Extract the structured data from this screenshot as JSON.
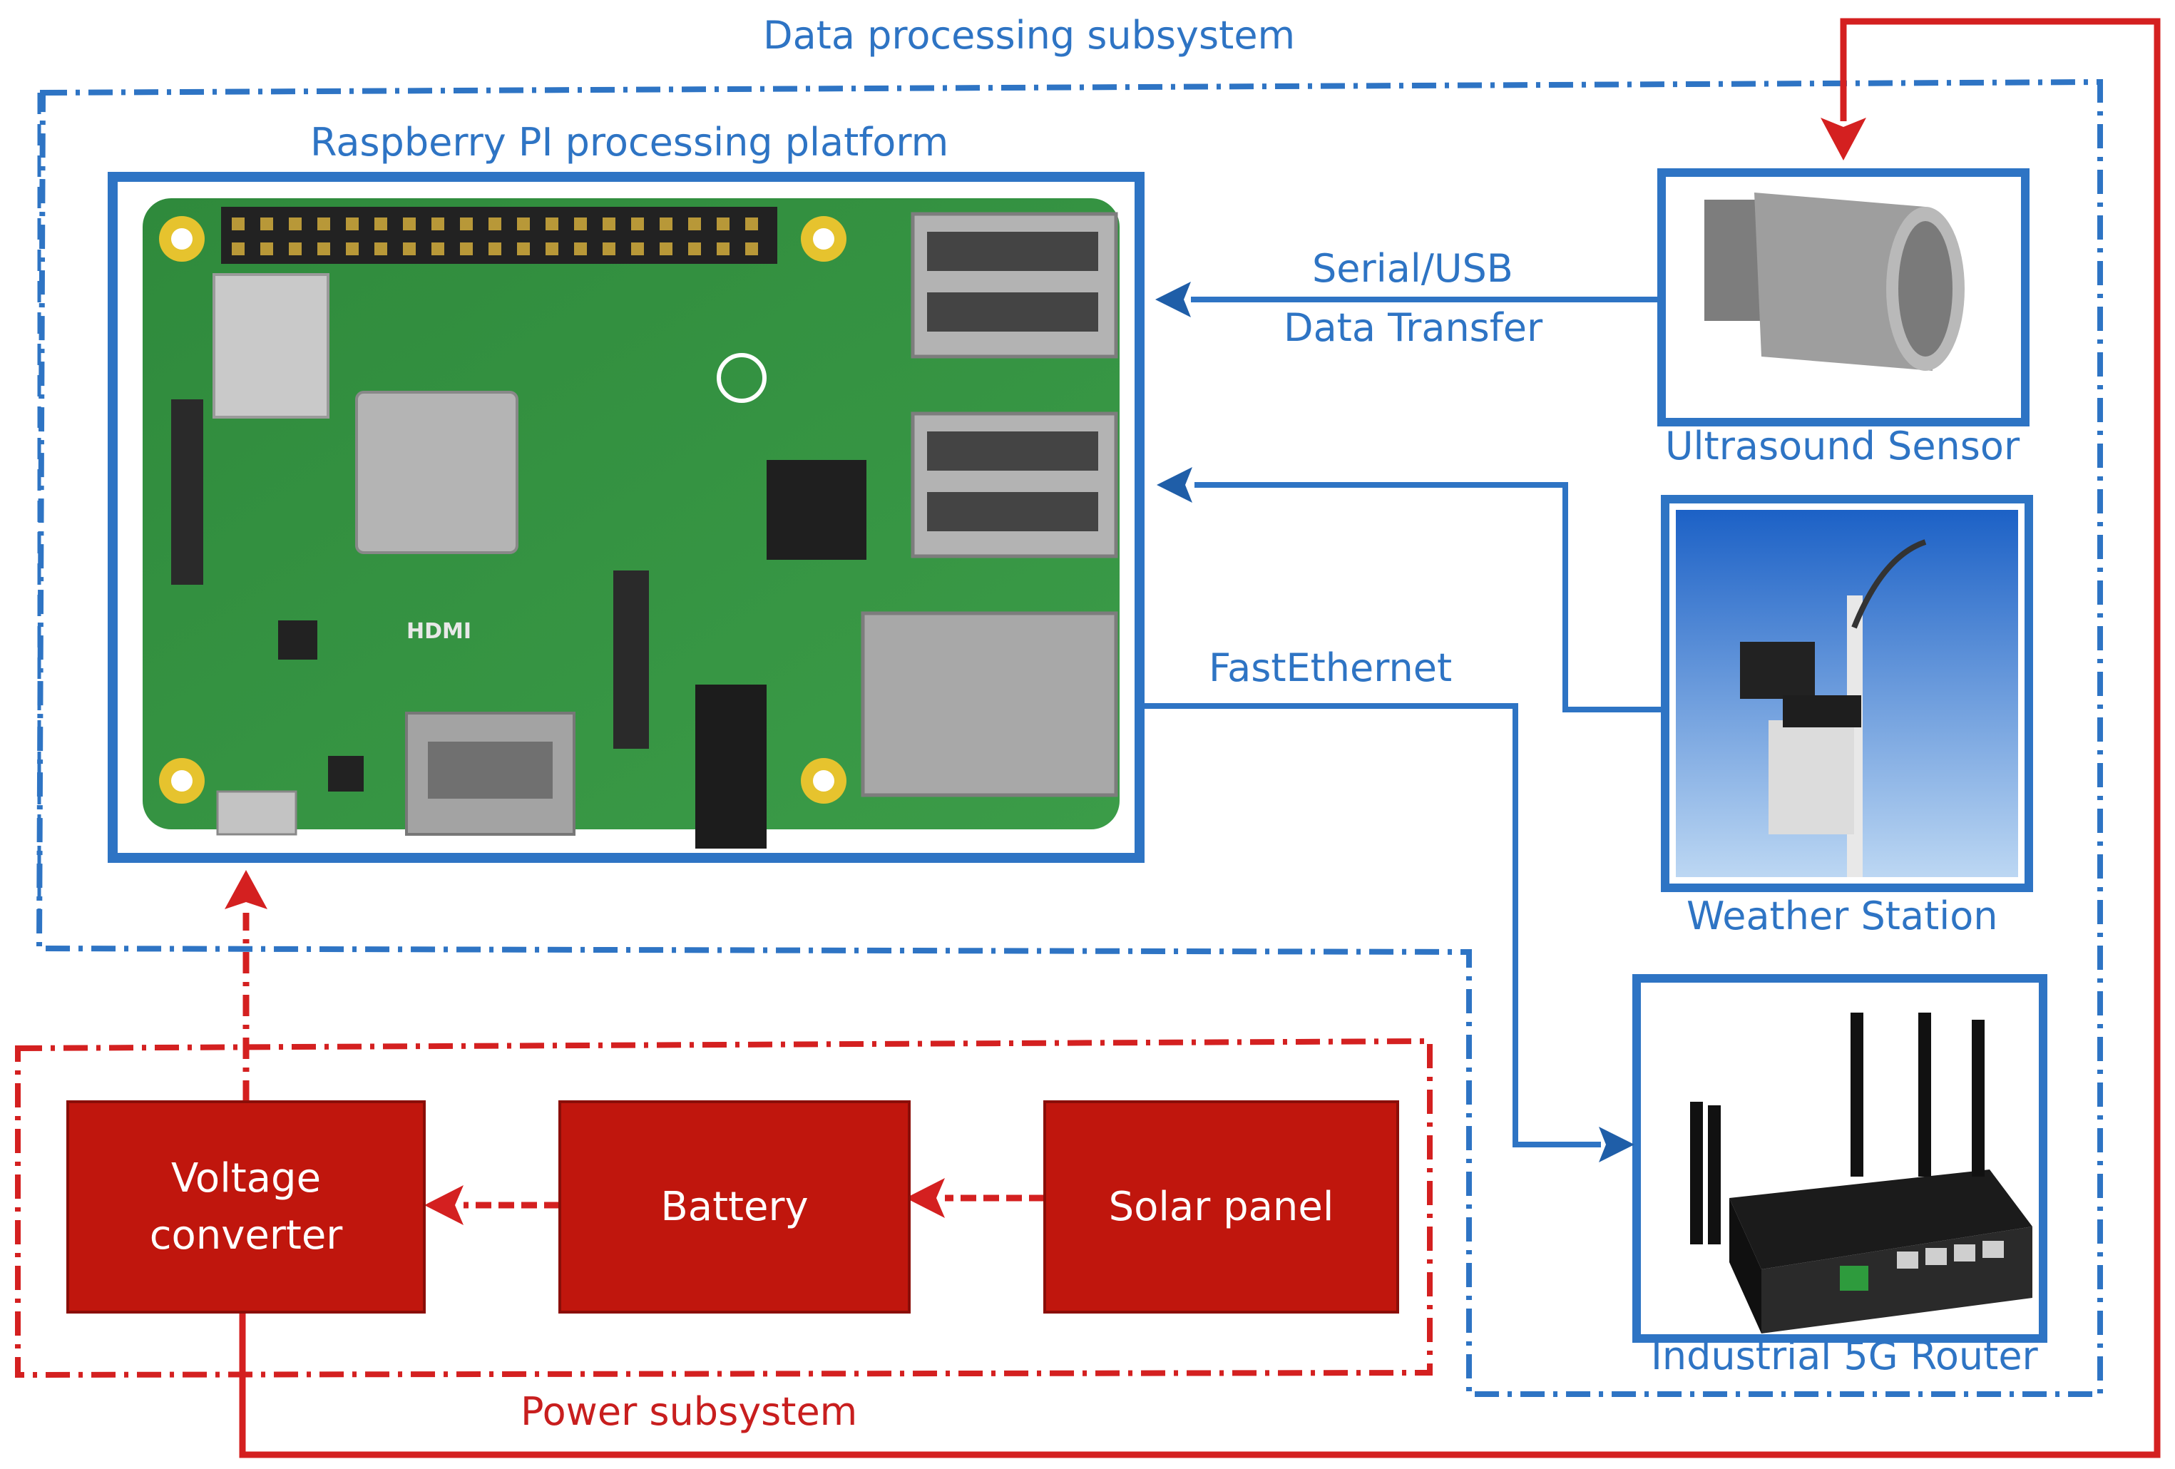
{
  "subsystems": {
    "data_processing": "Data processing subsystem",
    "power": "Power subsystem"
  },
  "platform": {
    "title": "Raspberry PI processing platform"
  },
  "devices": {
    "ultrasound": "Ultrasound Sensor",
    "weather": "Weather Station",
    "router": "Industrial 5G Router"
  },
  "links": {
    "serial_line1": "Serial/USB",
    "serial_line2": "Data Transfer",
    "ethernet": "FastEthernet"
  },
  "power_blocks": {
    "voltage_converter": "Voltage\nconverter",
    "battery": "Battery",
    "solar_panel": "Solar panel"
  },
  "colors": {
    "data_blue": "#2e74c4",
    "power_red": "#c81e1e",
    "block_red": "#c0160d",
    "pcb_green": "#2f8a3c"
  },
  "icons": [
    "raspberry-pi-board-icon",
    "ultrasound-sensor-icon",
    "weather-station-icon",
    "router-icon"
  ]
}
